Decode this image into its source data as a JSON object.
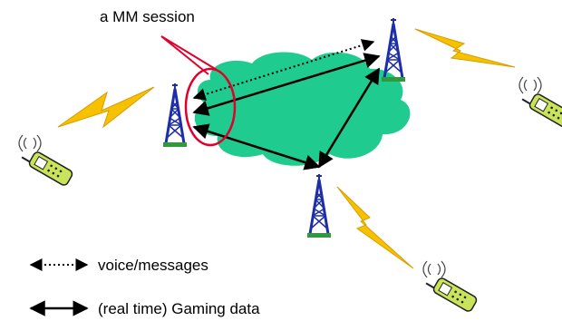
{
  "callout": {
    "label": "a MM session"
  },
  "legend": {
    "items": [
      {
        "style": "dotted",
        "label": "voice/messages"
      },
      {
        "style": "solid",
        "label": "(real time) Gaming data"
      }
    ]
  },
  "colors": {
    "cloud": "#1fcb8f",
    "tower": "#1d2ea8",
    "grass": "#2f9a3a",
    "lightning": "#f6c200",
    "callout": "#e0002a",
    "phone": "#c9e45a",
    "arrow": "#000000"
  },
  "icons": [
    "tower-icon",
    "phone-icon",
    "lightning-icon",
    "cloud-icon"
  ]
}
